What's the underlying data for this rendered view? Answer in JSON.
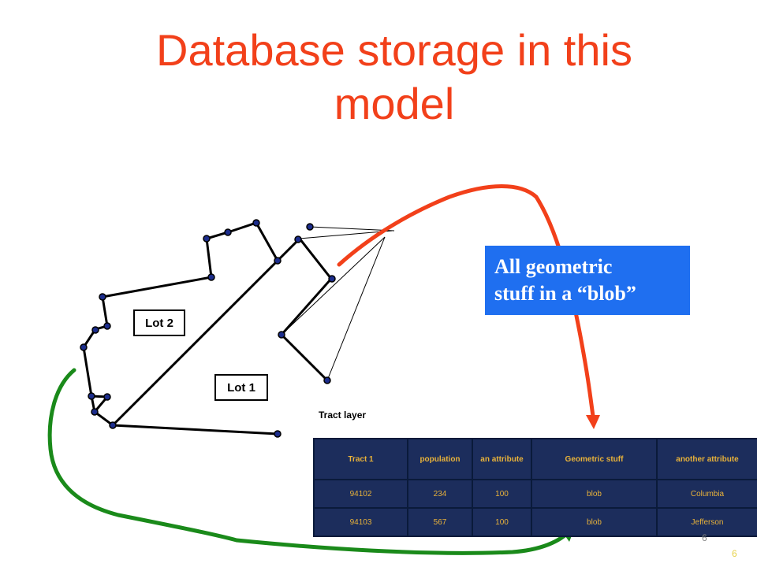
{
  "title": {
    "line1": "Database storage in this",
    "line2": "model"
  },
  "lots": {
    "lot2": "Lot 2",
    "lot1": "Lot 1"
  },
  "layer_label": "Tract layer",
  "callout": {
    "line1": "All geometric",
    "line2": "stuff in a “blob”"
  },
  "table": {
    "headers": [
      "Tract 1",
      "population",
      "an attribute",
      "Geometric stuff",
      "another attribute"
    ],
    "rows": [
      [
        "94102",
        "234",
        "100",
        "blob",
        "Columbia"
      ],
      [
        "94103",
        "567",
        "100",
        "blob",
        "Jefferson"
      ]
    ]
  },
  "page_number": "6",
  "page_number_shadow": "6",
  "colors": {
    "title": "#f2401a",
    "callout_bg": "#1f6ff0",
    "table_bg": "#1c2d5c",
    "table_text": "#e8b23a",
    "red_arrow": "#f2401a",
    "green_arrow": "#1a8a1a",
    "vertex": "#1c2d8c"
  }
}
